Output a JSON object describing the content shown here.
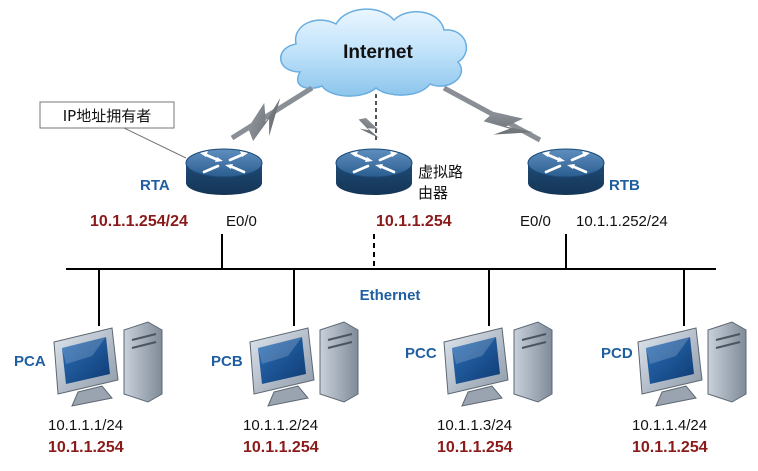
{
  "cloud": {
    "label": "Internet"
  },
  "callout": {
    "text": "IP地址拥有者"
  },
  "network": {
    "label": "Ethernet"
  },
  "routers": {
    "rta": {
      "name": "RTA",
      "ip": "10.1.1.254/24",
      "iface": "E0/0"
    },
    "virtual": {
      "name_line1": "虚拟路",
      "name_line2": "由器",
      "ip": "10.1.1.254"
    },
    "rtb": {
      "name": "RTB",
      "iface": "E0/0",
      "ip": "10.1.1.252/24"
    }
  },
  "pcs": [
    {
      "name": "PCA",
      "ip": "10.1.1.1/24",
      "gateway": "10.1.1.254"
    },
    {
      "name": "PCB",
      "ip": "10.1.1.2/24",
      "gateway": "10.1.1.254"
    },
    {
      "name": "PCC",
      "ip": "10.1.1.3/24",
      "gateway": "10.1.1.254"
    },
    {
      "name": "PCD",
      "ip": "10.1.1.4/24",
      "gateway": "10.1.1.254"
    }
  ],
  "colors": {
    "label_blue": "#1f5f9f",
    "ip_red": "#8b1a1a",
    "router_blue": "#2a5d8f",
    "cloud_blue": "#a9d4f2"
  }
}
